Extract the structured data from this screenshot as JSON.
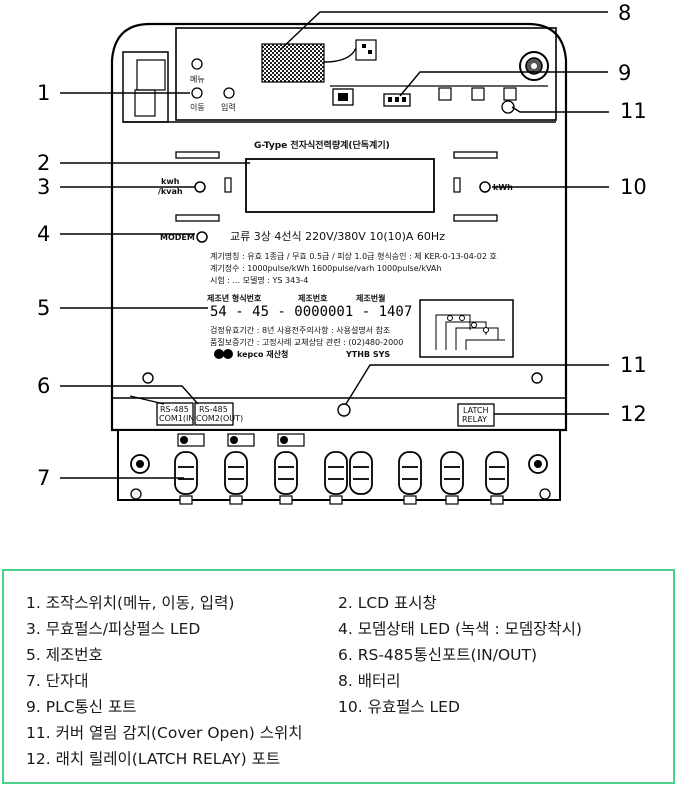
{
  "callouts": [
    "1",
    "2",
    "3",
    "4",
    "5",
    "6",
    "7",
    "8",
    "9",
    "10",
    "11",
    "11",
    "12"
  ],
  "meter": {
    "btn_menu": "메뉴",
    "btn_move": "이동",
    "btn_enter": "입력",
    "title": "G-Type 전자식전력량계(단독계기)",
    "pulse_label": "kwh\n/kvah",
    "kwh_label": "kWh",
    "modem_label": "MODEM",
    "spec": "교류 3상 4선식 220V/380V 10(10)A 60Hz",
    "info_lines": [
      "계기명칭 : 유효 1종급 / 무효 0.5급 / 피상 1.0급   형식승인 : 제 KER-0-13-04-02 호",
      "계기정수 : 1000pulse/kWh   1600pulse/varh   1000pulse/kVAh",
      "시험 : ...   모델명 : YS 343-4"
    ],
    "serial_headers": [
      "제조년 형식번호",
      "제조번호",
      "제조번월"
    ],
    "serial": "54 - 45 - 0000001 - 1407",
    "org_lines": [
      "검정유효기간 : 8년   사용전주의사항 : 사용설명서 참조",
      "품질보증기간 : 고정사례   교체상담 관련 : (02)480-2000"
    ],
    "maker_left": "kepco 재산청",
    "maker_right": "YTHB SYS",
    "rs485_in": "RS-485\nCOM1(IN)",
    "rs485_out": "RS-485\nCOM2(OUT)",
    "latch": "LATCH\nRELAY"
  },
  "legend": {
    "left": [
      "1. 조작스위치(메뉴, 이동, 입력)",
      "3. 무효펄스/피상펄스 LED",
      "5. 제조번호",
      "7. 단자대",
      "9. PLC통신 포트",
      "11. 커버 열림 감지(Cover Open) 스위치",
      "12. 래치 릴레이(LATCH RELAY) 포트"
    ],
    "right": [
      "2. LCD 표시창",
      "4. 모뎀상태 LED (녹색 : 모뎀장착시)",
      "6. RS-485통신포트(IN/OUT)",
      "8. 배터리",
      "10. 유효펄스 LED"
    ]
  },
  "colors": {
    "legend_border": "#4bd08a",
    "line": "#000000"
  }
}
